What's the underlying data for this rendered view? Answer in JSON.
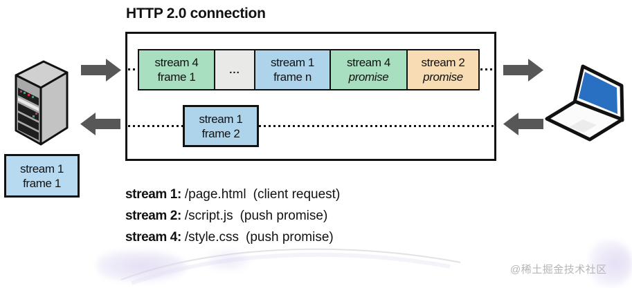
{
  "title": "HTTP 2.0 connection",
  "colors": {
    "frame_green": "#a8dfc0",
    "frame_gray": "#e9e9e7",
    "frame_blue": "#aed4ec",
    "frame_orange": "#f8dcb4",
    "arrow": "#575757",
    "outline": "#111111",
    "watermark_gray": "#b5b5b9"
  },
  "connection_box": {
    "frames_row": [
      {
        "line1": "stream 4",
        "line2": "frame 1",
        "color": "#a8dfc0"
      },
      {
        "line1": "...",
        "line2": "",
        "color": "#e9e9e7"
      },
      {
        "line1": "stream 1",
        "line2": "frame n",
        "color": "#aed4ec"
      },
      {
        "line1": "stream 4",
        "line2": "promise",
        "color": "#a8dfc0"
      },
      {
        "line1": "stream 2",
        "line2": "promise",
        "color": "#f8dcb4"
      }
    ],
    "response_frame": {
      "line1": "stream 1",
      "line2": "frame 2",
      "color": "#aed4ec"
    }
  },
  "client_frame": {
    "line1": "stream 1",
    "line2": "frame 1",
    "color": "#b7daf0"
  },
  "legend": [
    {
      "label": "stream 1:",
      "path": "/page.html",
      "note": "(client request)"
    },
    {
      "label": "stream 2:",
      "path": "/script.js",
      "note": "(push promise)"
    },
    {
      "label": "stream 4:",
      "path": "/style.css",
      "note": "(push promise)"
    }
  ],
  "watermark": "@稀土掘金技术社区"
}
